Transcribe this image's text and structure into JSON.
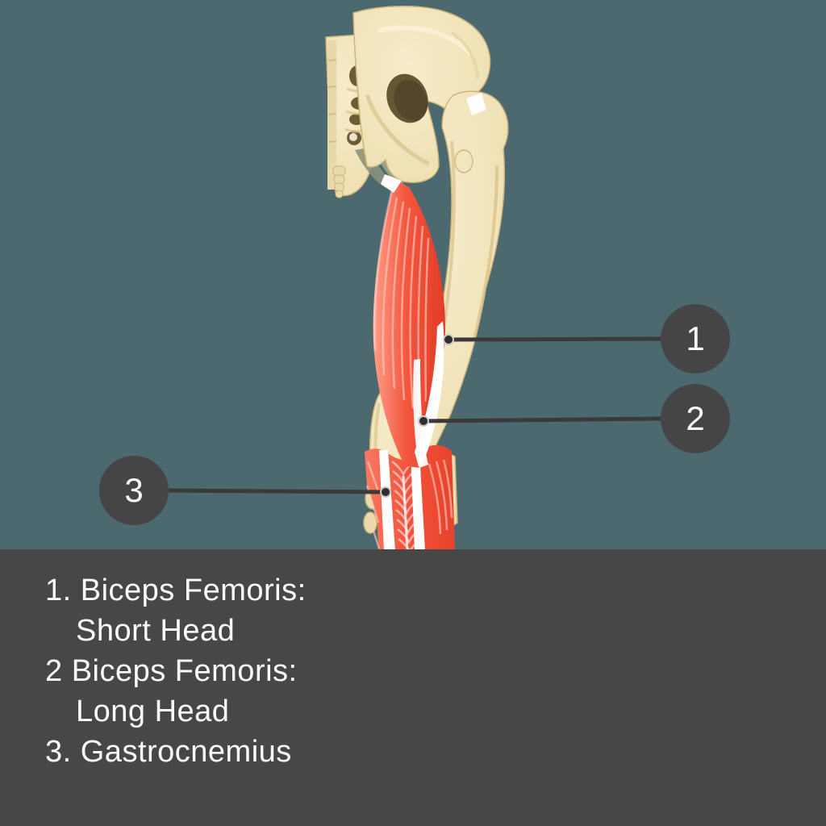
{
  "app": {
    "view_description": "Posterior view of hip, thigh and knee skeleton with biceps femoris and gastrocnemius muscles highlighted in red"
  },
  "colors": {
    "background": "#4C6970",
    "panel_background": "#474747",
    "marker_background": "#454545",
    "marker_text": "#FAFAFA",
    "leader_line": "#3A3A3A",
    "muscle_red": "#F2503A",
    "muscle_highlight": "#FF9E88",
    "bone_cream": "#EFE1B4",
    "tendon_white": "#FFFFFF",
    "legend_text": "#FCFCFC"
  },
  "markers": [
    {
      "label": "1",
      "target": "biceps-femoris-short-head"
    },
    {
      "label": "2",
      "target": "biceps-femoris-long-head"
    },
    {
      "label": "3",
      "target": "gastrocnemius"
    }
  ],
  "legend": {
    "lines": [
      "1. Biceps Femoris:",
      "Short Head",
      "2 Biceps Femoris:",
      "Long Head",
      "3. Gastrocnemius"
    ]
  }
}
